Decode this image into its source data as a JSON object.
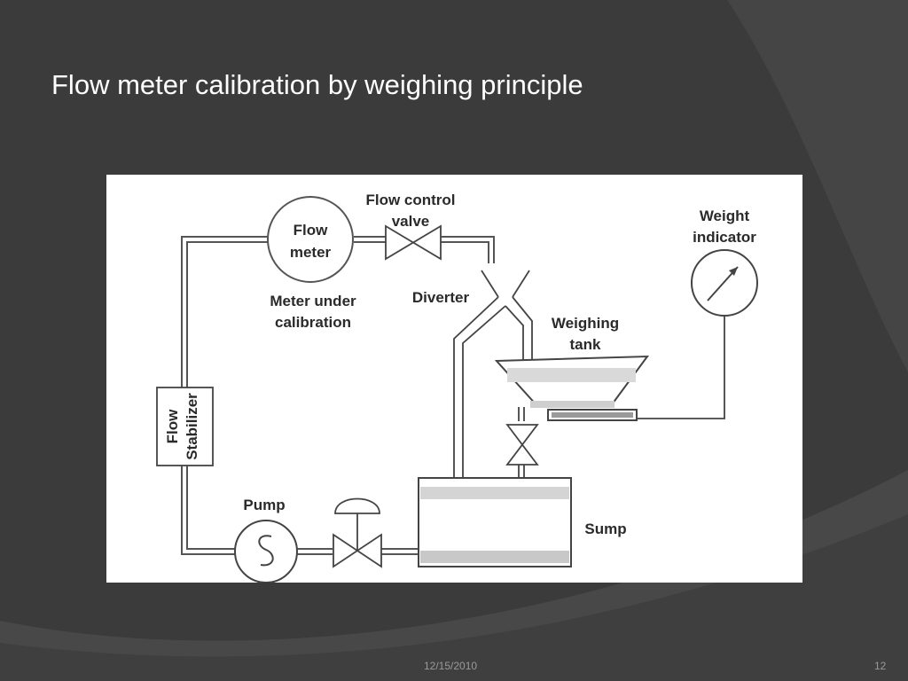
{
  "slide": {
    "title": "Flow meter calibration by weighing principle",
    "date": "12/15/2010",
    "page_number": "12"
  },
  "diagram": {
    "labels": {
      "flow_meter_line1": "Flow",
      "flow_meter_line2": "meter",
      "meter_under_line1": "Meter  under",
      "meter_under_line2": "calibration",
      "flow_control_line1": "Flow  control",
      "flow_control_line2": "valve",
      "diverter": "Diverter",
      "weight_indicator_line1": "Weight",
      "weight_indicator_line2": "indicator",
      "weighing_tank_line1": "Weighing",
      "weighing_tank_line2": "tank",
      "flow_stabilizer_line1": "Flow",
      "flow_stabilizer_line2": "Stabilizer",
      "pump": "Pump",
      "sump": "Sump"
    }
  }
}
